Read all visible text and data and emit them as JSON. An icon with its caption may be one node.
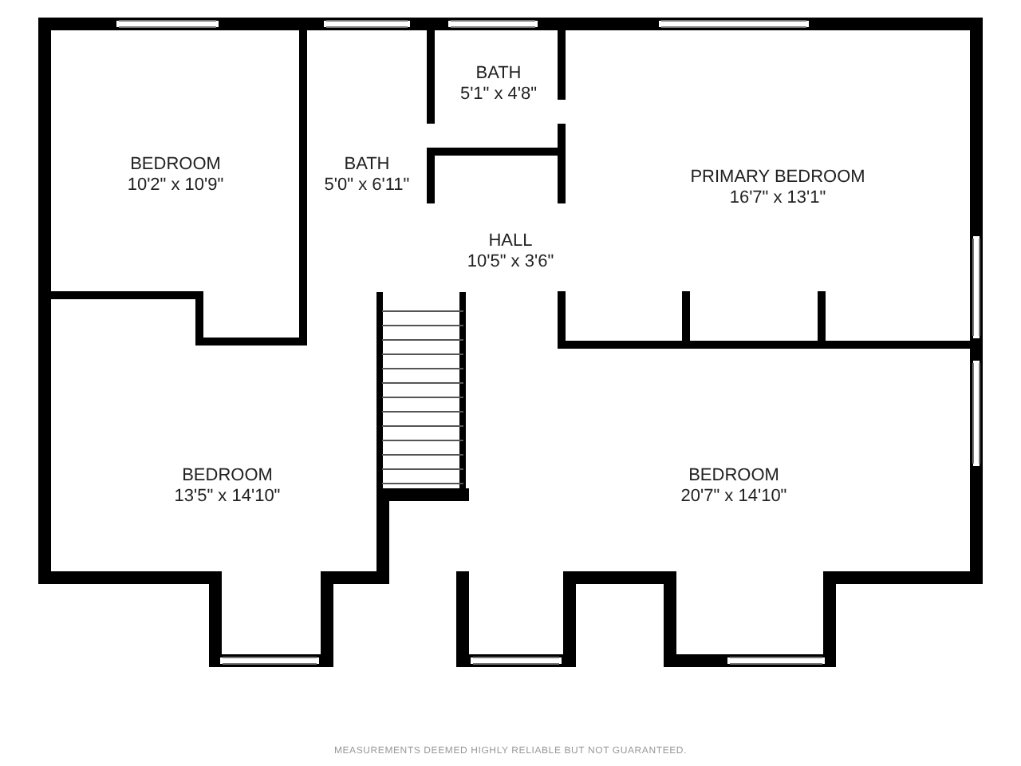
{
  "diagram": {
    "nodes": [
      {
        "text": [
          "BEDROOM",
          "10'2\" x 10'9\""
        ]
      },
      {
        "text": [
          "BATH",
          "5'0\" x 6'11\""
        ]
      },
      {
        "text": [
          "BATH",
          "5'1\" x 4'8\""
        ]
      },
      {
        "text": [
          "HALL",
          "10'5\" x 3'6\""
        ]
      },
      {
        "text": [
          "PRIMARY BEDROOM",
          "16'7\" x 13'1\""
        ]
      },
      {
        "text": [
          "BEDROOM",
          "13'5\" x 14'10\""
        ]
      },
      {
        "text": [
          "BEDROOM",
          "20'7\" x 14'10\""
        ]
      }
    ],
    "labels": [
      "MEASUREMENTS DEEMED HIGHLY RELIABLE BUT NOT GUARANTEED."
    ]
  }
}
